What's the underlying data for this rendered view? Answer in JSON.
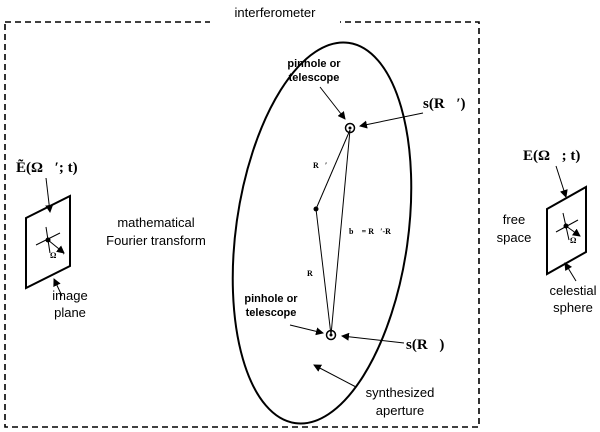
{
  "title": "interferometer",
  "left": {
    "field_label": "E͂(Ω⃗′; t)",
    "vec_label": "Ω⃗′",
    "plane_label_line1": "image",
    "plane_label_line2": "plane"
  },
  "middle_left": {
    "line1": "mathematical",
    "line2": "Fourier transform"
  },
  "aperture": {
    "top_pinhole_line1": "pinhole or",
    "top_pinhole_line2": "telescope",
    "bottom_pinhole_line1": "pinhole or",
    "bottom_pinhole_line2": "telescope",
    "s_top": "s(R⃗′)",
    "s_bottom": "s(R⃗)",
    "vec_R_prime": "R⃗′",
    "vec_R": "R⃗",
    "baseline": "b⃗ = R⃗′-R⃗",
    "synth_line1": "synthesized",
    "synth_line2": "aperture"
  },
  "right": {
    "free_line1": "free",
    "free_line2": "space",
    "field_label": "E(Ω⃗; t)",
    "vec_label": "Ω⃗",
    "sphere_line1": "celestial",
    "sphere_line2": "sphere"
  }
}
